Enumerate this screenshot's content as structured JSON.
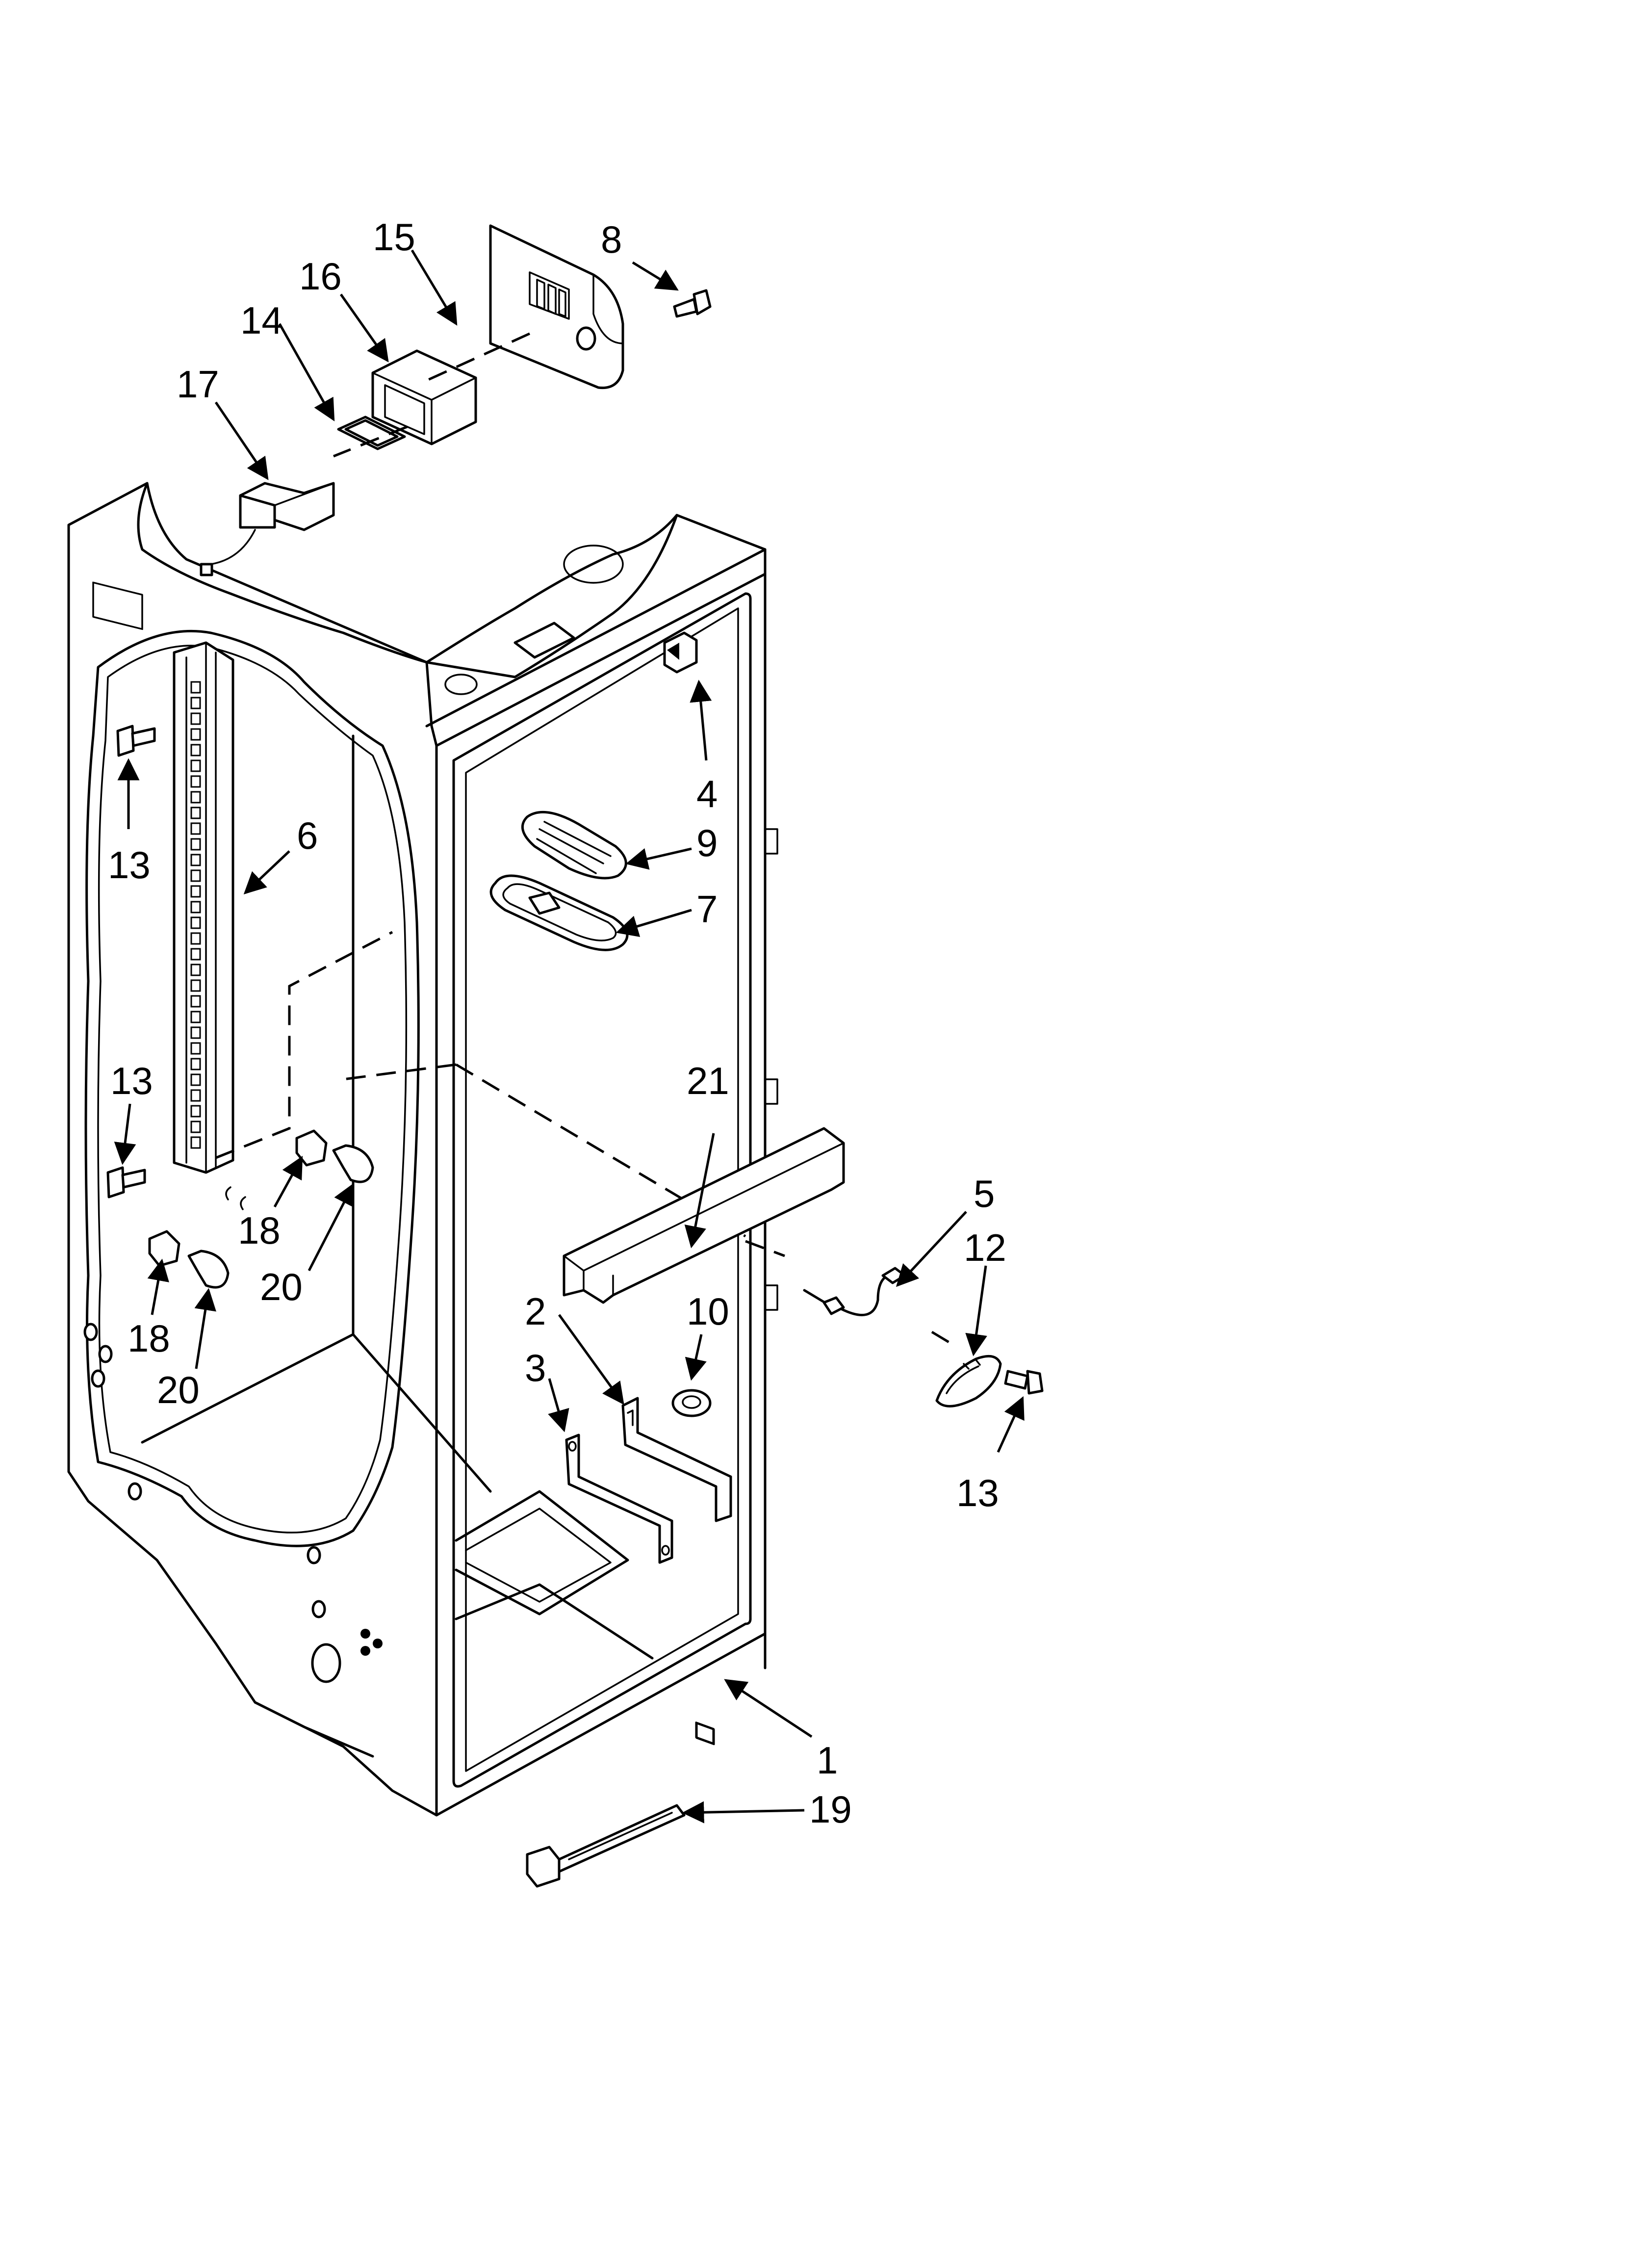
{
  "diagram": {
    "type": "exploded parts diagram",
    "callouts": [
      {
        "id": "c1",
        "label": "1"
      },
      {
        "id": "c2",
        "label": "2"
      },
      {
        "id": "c3",
        "label": "3"
      },
      {
        "id": "c4",
        "label": "4"
      },
      {
        "id": "c5",
        "label": "5"
      },
      {
        "id": "c6",
        "label": "6"
      },
      {
        "id": "c7",
        "label": "7"
      },
      {
        "id": "c8",
        "label": "8"
      },
      {
        "id": "c9",
        "label": "9"
      },
      {
        "id": "c10",
        "label": "10"
      },
      {
        "id": "c12",
        "label": "12"
      },
      {
        "id": "c13a",
        "label": "13"
      },
      {
        "id": "c13b",
        "label": "13"
      },
      {
        "id": "c13c",
        "label": "13"
      },
      {
        "id": "c14",
        "label": "14"
      },
      {
        "id": "c15",
        "label": "15"
      },
      {
        "id": "c16",
        "label": "16"
      },
      {
        "id": "c17",
        "label": "17"
      },
      {
        "id": "c18a",
        "label": "18"
      },
      {
        "id": "c18b",
        "label": "18"
      },
      {
        "id": "c19",
        "label": "19"
      },
      {
        "id": "c20a",
        "label": "20"
      },
      {
        "id": "c20b",
        "label": "20"
      },
      {
        "id": "c21",
        "label": "21"
      }
    ]
  }
}
